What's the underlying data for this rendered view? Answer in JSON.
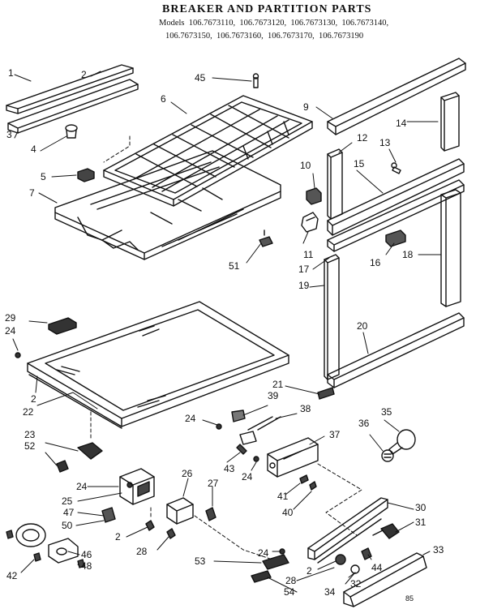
{
  "title": "BREAKER AND PARTITION PARTS",
  "models_line1": "Models  106.7673110,  106.7673120,  106.7673130,  106.7673140,",
  "models_line2": "106.7673150,  106.7673160,  106.7673170,  106.7673190",
  "corner_code": "85",
  "callouts": [
    {
      "id": "c1",
      "text": "1"
    },
    {
      "id": "c2a",
      "text": "2"
    },
    {
      "id": "c3",
      "text": "3"
    },
    {
      "id": "c4",
      "text": "4"
    },
    {
      "id": "c5",
      "text": "5"
    },
    {
      "id": "c6",
      "text": "6"
    },
    {
      "id": "c7",
      "text": "7"
    },
    {
      "id": "c45",
      "text": "45"
    },
    {
      "id": "c9",
      "text": "9"
    },
    {
      "id": "c10",
      "text": "10"
    },
    {
      "id": "c11",
      "text": "11"
    },
    {
      "id": "c12",
      "text": "12"
    },
    {
      "id": "c13",
      "text": "13"
    },
    {
      "id": "c14",
      "text": "14"
    },
    {
      "id": "c15",
      "text": "15"
    },
    {
      "id": "c16",
      "text": "16"
    },
    {
      "id": "c17",
      "text": "17"
    },
    {
      "id": "c18",
      "text": "18"
    },
    {
      "id": "c19",
      "text": "19"
    },
    {
      "id": "c20",
      "text": "20"
    },
    {
      "id": "c51",
      "text": "51"
    },
    {
      "id": "c29",
      "text": "29"
    },
    {
      "id": "c24a",
      "text": "24"
    },
    {
      "id": "c2b",
      "text": "2"
    },
    {
      "id": "c22",
      "text": "22"
    },
    {
      "id": "c21",
      "text": "21"
    },
    {
      "id": "c39",
      "text": "39"
    },
    {
      "id": "c38",
      "text": "38"
    },
    {
      "id": "c35",
      "text": "35"
    },
    {
      "id": "c36",
      "text": "36"
    },
    {
      "id": "c37",
      "text": "37"
    },
    {
      "id": "c23",
      "text": "23"
    },
    {
      "id": "c52",
      "text": "52"
    },
    {
      "id": "c24b",
      "text": "24"
    },
    {
      "id": "c43",
      "text": "43"
    },
    {
      "id": "c24c",
      "text": "24"
    },
    {
      "id": "c41",
      "text": "41"
    },
    {
      "id": "c40",
      "text": "40"
    },
    {
      "id": "c26",
      "text": "26"
    },
    {
      "id": "c27",
      "text": "27"
    },
    {
      "id": "c24d",
      "text": "24"
    },
    {
      "id": "c25",
      "text": "25"
    },
    {
      "id": "c47",
      "text": "47"
    },
    {
      "id": "c50",
      "text": "50"
    },
    {
      "id": "c2c",
      "text": "2"
    },
    {
      "id": "c28a",
      "text": "28"
    },
    {
      "id": "c46",
      "text": "46"
    },
    {
      "id": "c48",
      "text": "48"
    },
    {
      "id": "c42",
      "text": "42"
    },
    {
      "id": "c30",
      "text": "30"
    },
    {
      "id": "c31",
      "text": "31"
    },
    {
      "id": "c24e",
      "text": "24"
    },
    {
      "id": "c44",
      "text": "44"
    },
    {
      "id": "c33",
      "text": "33"
    },
    {
      "id": "c53",
      "text": "53"
    },
    {
      "id": "c2d",
      "text": "2"
    },
    {
      "id": "c28b",
      "text": "28"
    },
    {
      "id": "c54",
      "text": "54"
    },
    {
      "id": "c34",
      "text": "34"
    },
    {
      "id": "c32",
      "text": "32"
    }
  ]
}
